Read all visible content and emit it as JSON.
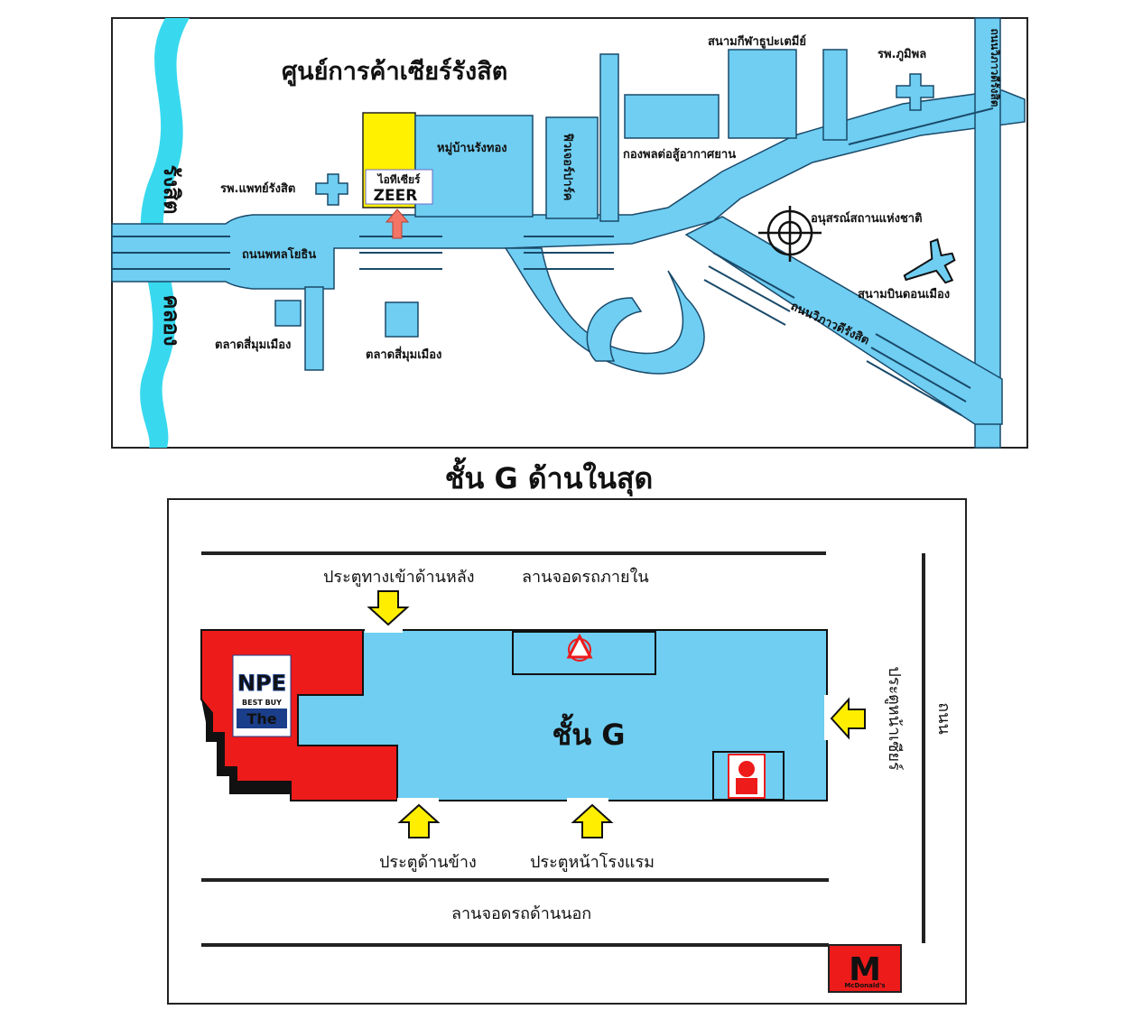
{
  "map_top": {
    "title": "ศูนย์การค้าเซียร์รังสิต",
    "canal": [
      "คลอง",
      "รังสิต"
    ],
    "store_logo_top": "ไอทีเซียร์",
    "store_logo_bottom": "ZEER",
    "labels": {
      "village": "หมู่บ้านรังทอง",
      "future_park": "ฟิวเจอร์ปาร์ค",
      "hospital_rangsit": "รพ.แพทย์รังสิต",
      "phahonyothin_road": "ถนนพหลโยธิน",
      "market_1": "ตลาดสี่มุมเมือง",
      "market_2": "ตลาดสี่มุมเมือง",
      "thai_stadium": "สนามกีฬาธูปะเตมีย์",
      "hospital_bhumibol": "รพ.ภูมิพล",
      "vibhavadi_road": "ถนนวิภาวดีรังสิต",
      "air_force_wing": "กองพลต่อสู้อากาศยาน",
      "monument": "อนุสรณ์สถานแห่งชาติ",
      "airport": "สนามบินดอนเมือง",
      "vibhavadi_rangsit": "ถนนวิภาวดีรังสิต"
    }
  },
  "floor_heading": "ชั้น G ด้านในสุด",
  "map_bottom": {
    "floor_label": "ชั้น G",
    "back_entrance": "ประตูทางเข้าด้านหลัง",
    "inner_parking": "ลานจอดรถภายใน",
    "side_door": "ประตูด้านข้าง",
    "hotel_door": "ประตูหน้าโรงแรม",
    "outer_parking": "ลานจอดรถด้านนอก",
    "zeer_door": "ประตูหน้าเซียร์",
    "road": "ถนน",
    "npe_logo_1": "NPE",
    "npe_logo_2": "BEST BUY",
    "npe_logo_3": "The",
    "mcdonalds": "McDonald's"
  },
  "colors": {
    "road": "#6fcef2",
    "river": "#38d9ef",
    "store_red": "#ee1b1b",
    "highlight_yellow": "#fff100",
    "arrow_yellow": "#ffee00",
    "heading_red": "#e8231c"
  }
}
